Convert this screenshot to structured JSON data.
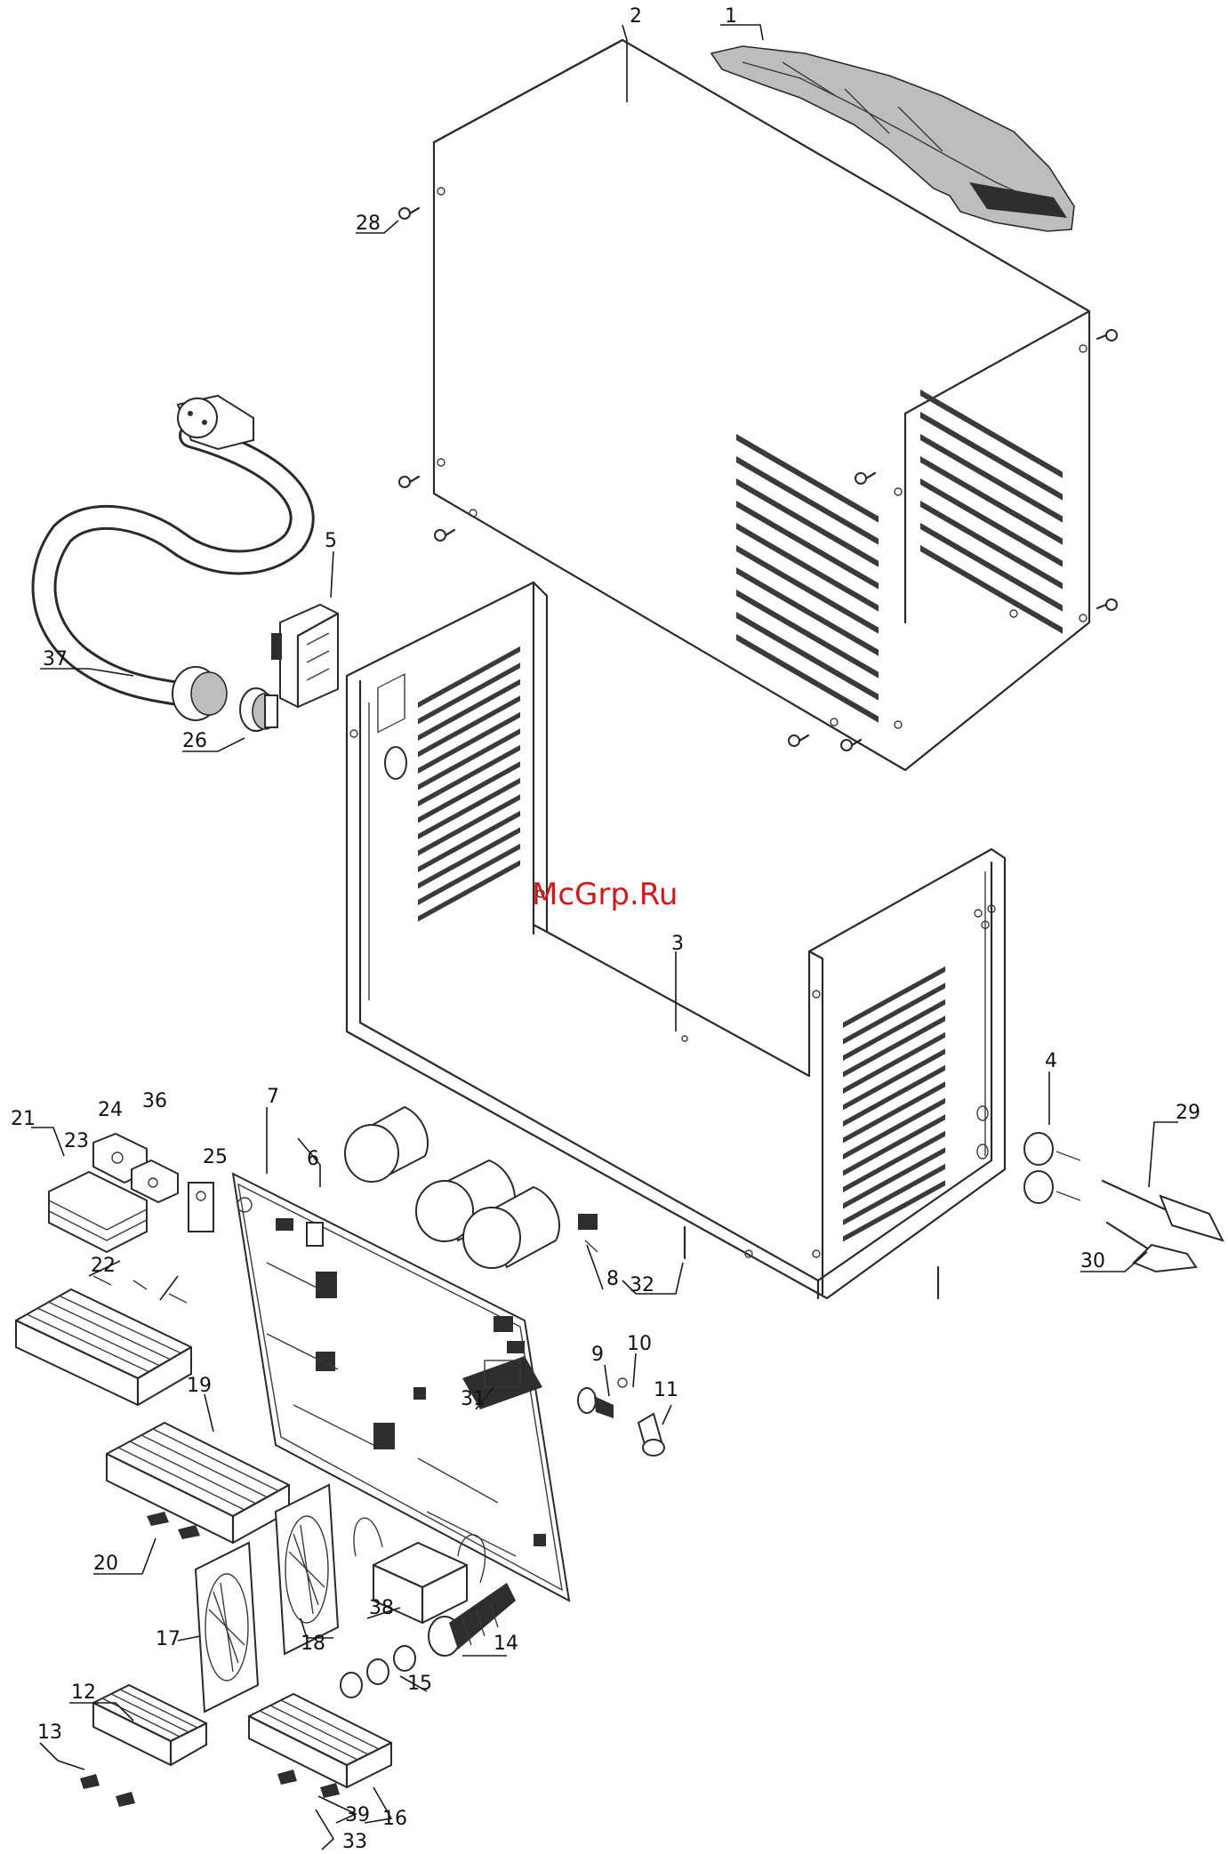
{
  "watermark": "McGrp.Ru",
  "callouts": [
    "1",
    "2",
    "3",
    "4",
    "5",
    "6",
    "7",
    "8",
    "9",
    "10",
    "11",
    "12",
    "13",
    "14",
    "15",
    "16",
    "17",
    "18",
    "19",
    "20",
    "21",
    "22",
    "23",
    "24",
    "25",
    "26",
    "28",
    "29",
    "30",
    "31",
    "32",
    "33",
    "36",
    "37",
    "38",
    "39"
  ],
  "colors": {
    "line": "#2a2a2a",
    "watermark": "#cc1b1b",
    "background": "#ffffff"
  }
}
